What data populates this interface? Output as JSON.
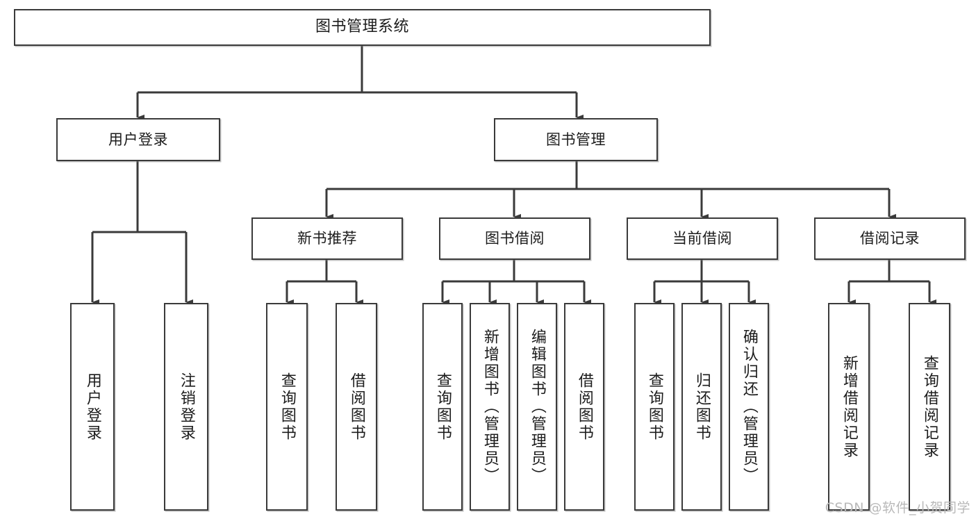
{
  "diagram": {
    "title_node": {
      "label": "图书管理系统"
    },
    "level2": [
      {
        "label": "用户登录"
      },
      {
        "label": "图书管理"
      }
    ],
    "level3": [
      {
        "label": "新书推荐"
      },
      {
        "label": "图书借阅"
      },
      {
        "label": "当前借阅"
      },
      {
        "label": "借阅记录"
      }
    ],
    "leaves": [
      {
        "label": "用户登录"
      },
      {
        "label": "注销登录"
      },
      {
        "label": "查询图书"
      },
      {
        "label": "借阅图书"
      },
      {
        "label": "查询图书"
      },
      {
        "label": "新增图书（管理员）"
      },
      {
        "label": "编辑图书（管理员）"
      },
      {
        "label": "借阅图书"
      },
      {
        "label": "查询图书"
      },
      {
        "label": "归还图书"
      },
      {
        "label": "确认归还（管理员）"
      },
      {
        "label": "新增借阅记录"
      },
      {
        "label": "查询借阅记录"
      }
    ]
  },
  "watermark": {
    "text": "CSDN @软件_小贺同学"
  },
  "colors": {
    "background": "#ffffff",
    "box_border": "#3a3a3a",
    "box_fill": "#ffffff",
    "text": "#1c1c1c",
    "connector": "#3a3a3a",
    "watermark": "#b9b9b9"
  }
}
